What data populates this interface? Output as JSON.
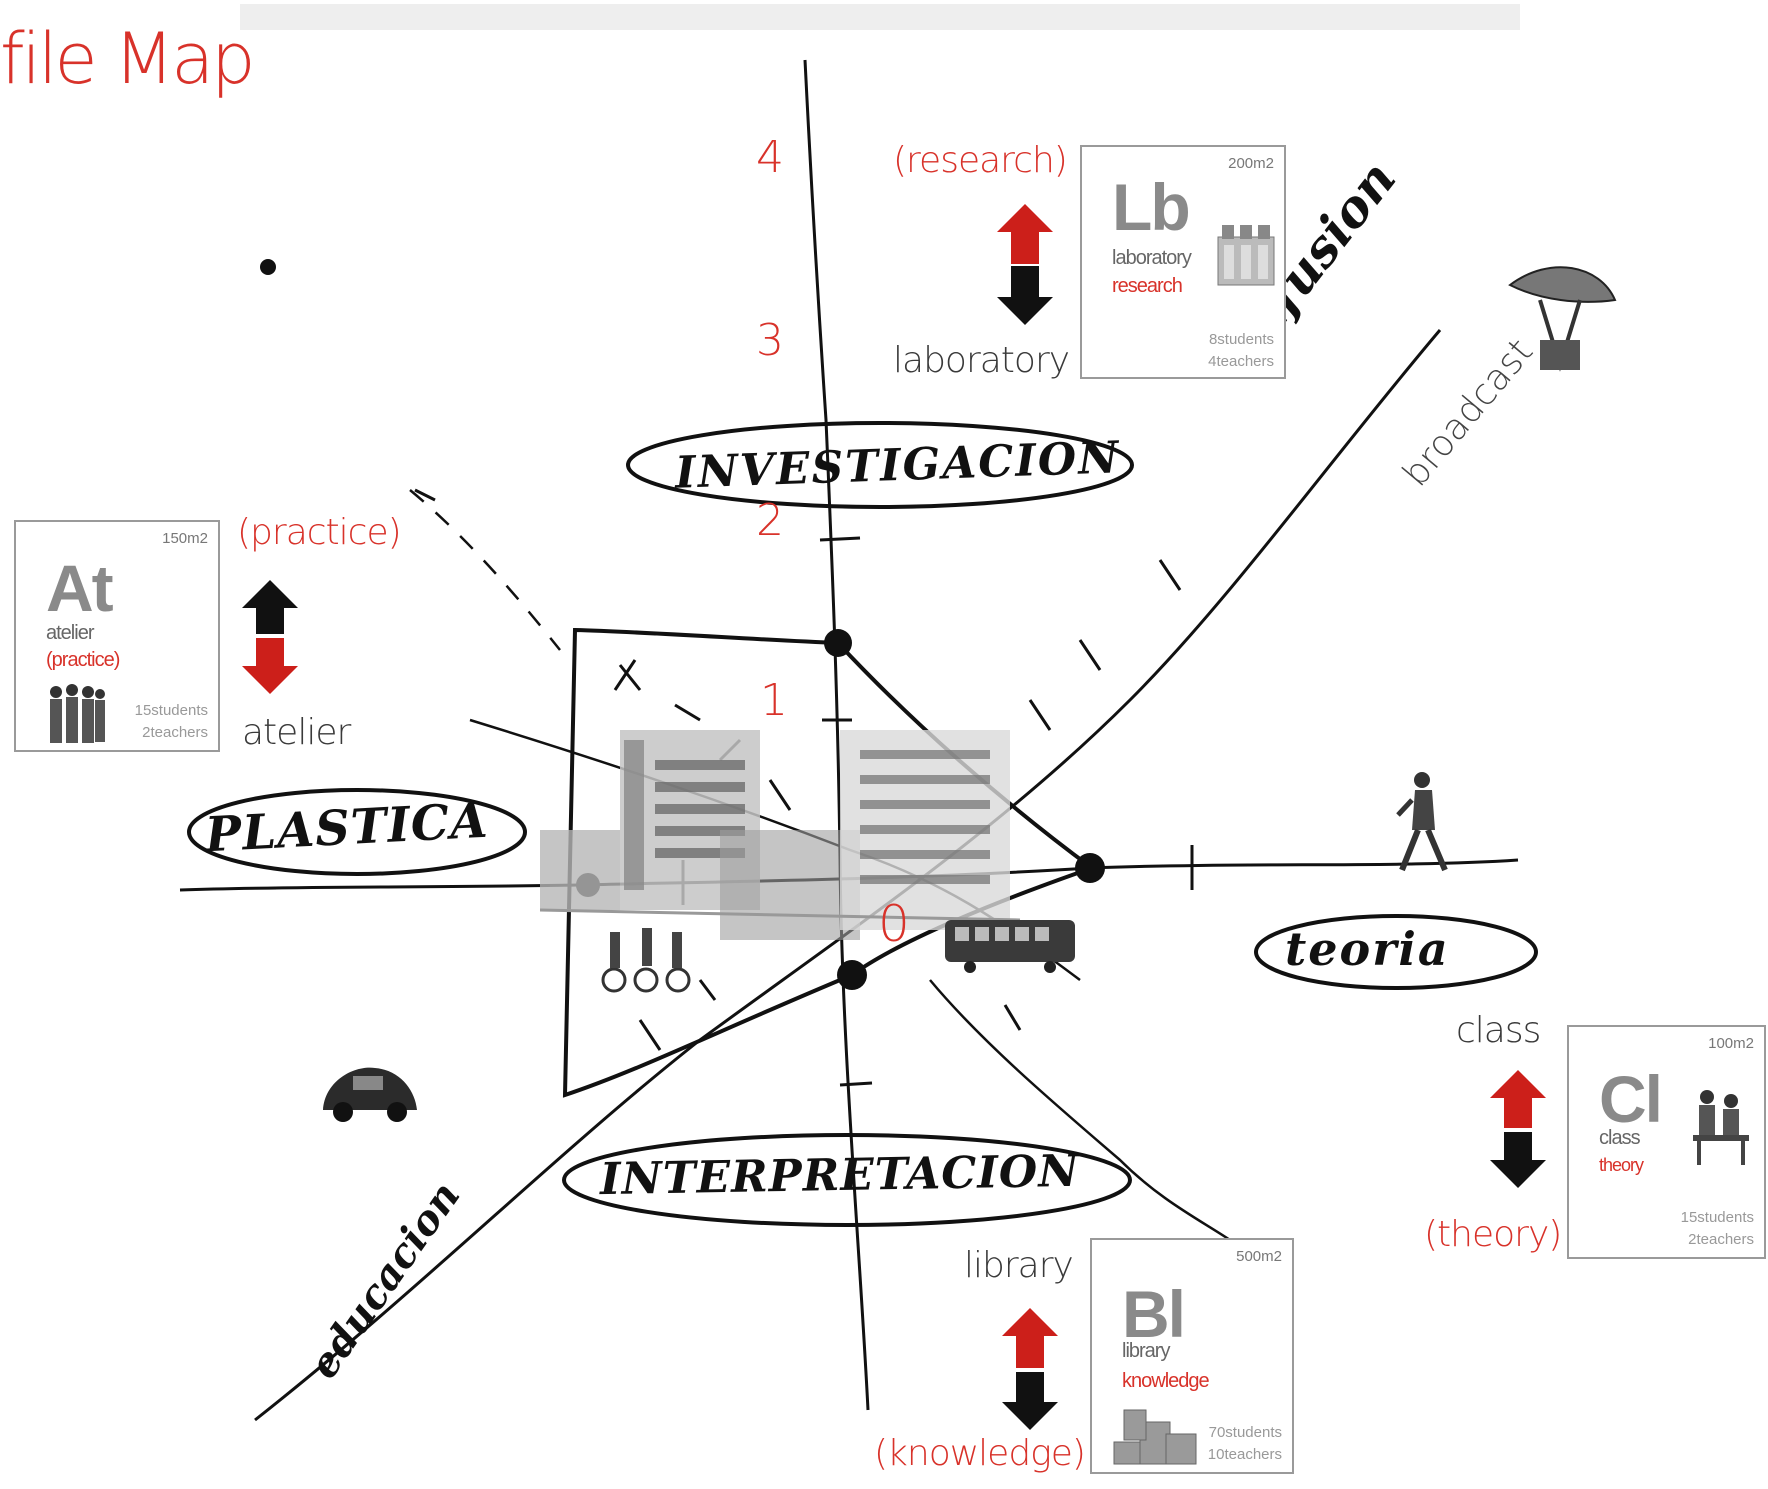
{
  "title": "file Map",
  "levels": [
    "4",
    "3",
    "2",
    "1",
    "0"
  ],
  "sketch_words": {
    "investigation": "INVESTIGACION",
    "practice": "PLASTICA",
    "theory": "teoria",
    "interpretation": "INTERPRETACION",
    "diffusion": "difusion",
    "education": "educacion"
  },
  "broadcast_label": "broadcast",
  "colors": {
    "accent": "#d8322a",
    "ink": "#111111",
    "frame": "#9a9a9a"
  },
  "programs": {
    "laboratory": {
      "theme_label": "(research)",
      "label": "laboratory",
      "card": {
        "area": "200m2",
        "symbol": "Lb",
        "name": "laboratory",
        "theme": "research",
        "students": "8students",
        "teachers": "4teachers",
        "icon": "lab-bottles-icon"
      },
      "arrow_order": [
        "red-up",
        "black-down"
      ]
    },
    "atelier": {
      "theme_label": "(practice)",
      "label": "atelier",
      "card": {
        "area": "150m2",
        "symbol": "At",
        "name": "atelier",
        "theme": "(practice)",
        "students": "15students",
        "teachers": "2teachers",
        "icon": "people-group-icon"
      },
      "arrow_order": [
        "black-up",
        "red-down"
      ]
    },
    "class": {
      "theme_label": "(theory)",
      "label": "class",
      "card": {
        "area": "100m2",
        "symbol": "Cl",
        "name": "class",
        "theme": "theory",
        "students": "15students",
        "teachers": "2teachers",
        "icon": "seated-class-icon"
      },
      "arrow_order": [
        "red-up",
        "black-down"
      ]
    },
    "library": {
      "theme_label": "(knowledge)",
      "label": "library",
      "card": {
        "area": "500m2",
        "symbol": "Bl",
        "name": "library",
        "theme": "knowledge",
        "students": "70students",
        "teachers": "10teachers",
        "icon": "book-stack-icon"
      },
      "arrow_order": [
        "red-up",
        "black-down"
      ]
    }
  },
  "images": [
    "bauhaus-building-collage",
    "satellite-dish-icon",
    "walking-man-icon",
    "tram-icon",
    "cyclists-icon",
    "beetle-car-icon"
  ]
}
